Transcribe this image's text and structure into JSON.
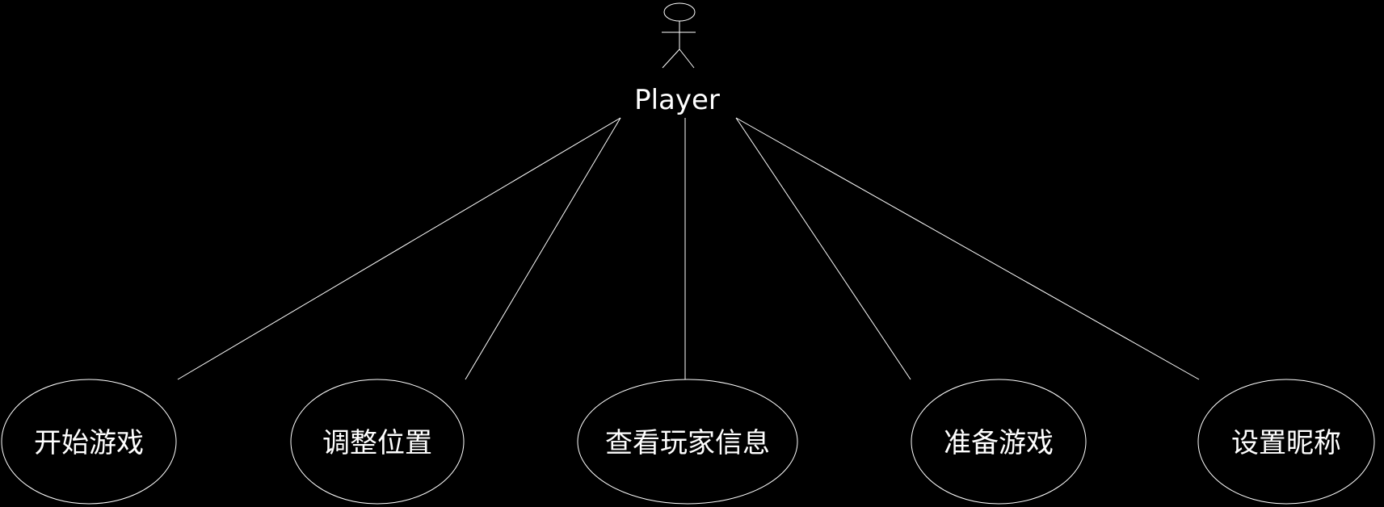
{
  "diagram": {
    "type": "use-case",
    "background_color": "#000000",
    "stroke_color": "#ffffff",
    "actor": {
      "name": "Player"
    },
    "use_cases": [
      {
        "label": "开始游戏"
      },
      {
        "label": "调整位置"
      },
      {
        "label": "查看玩家信息"
      },
      {
        "label": "准备游戏"
      },
      {
        "label": "设置昵称"
      }
    ]
  }
}
